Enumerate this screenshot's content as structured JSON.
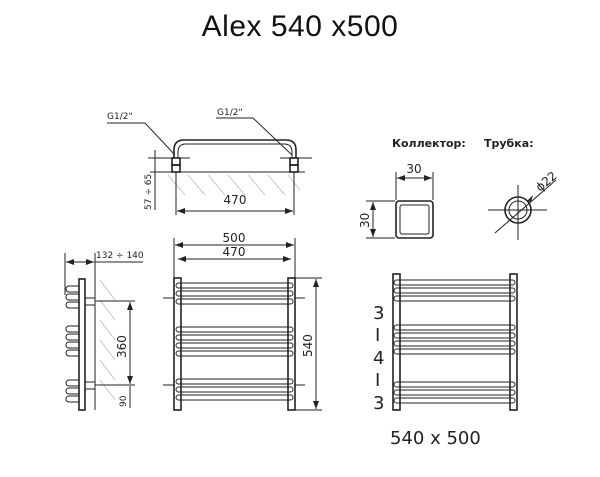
{
  "title": "Alex 540 x500",
  "top_view": {
    "inlet_left": "G1/2\"",
    "inlet_right": "G1/2\"",
    "wall_distance": "57 ÷ 65",
    "width_between_inlets": "470"
  },
  "profiles": {
    "collector_label": "Коллектор:",
    "tube_label": "Трубка:",
    "collector_width": "30",
    "collector_height": "30",
    "tube_diameter": "ϕ22"
  },
  "side_view": {
    "depth": "132 ÷ 140",
    "mount_spacing": "360",
    "bottom_offset": "90"
  },
  "front_view": {
    "overall_width": "500",
    "axis_width": "470",
    "height": "540"
  },
  "config_view": {
    "groups": [
      "3",
      "I",
      "4",
      "I",
      "3"
    ],
    "size_label": "540 x 500"
  }
}
